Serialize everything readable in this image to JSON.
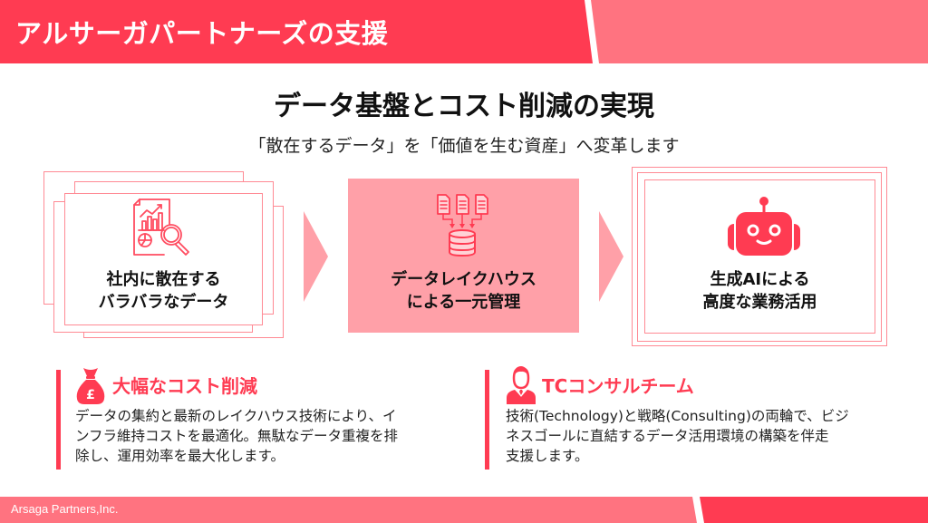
{
  "header": {
    "title": "アルサーガパートナーズの支援"
  },
  "colors": {
    "primary_red": "#FF3B52",
    "header_pink": "#FF7380",
    "box_pink": "#FFA0A8",
    "frame_pink": "#FF8A94"
  },
  "hero": {
    "title": "データ基盤とコスト削減の実現",
    "subtitle": "「散在するデータ」を「価値を生む資産」へ変革します"
  },
  "flow": [
    {
      "icon": "report-magnifier-icon",
      "line1": "社内に散在する",
      "line2": "バラバラなデータ"
    },
    {
      "icon": "documents-to-database-icon",
      "line1": "データレイクハウス",
      "line2": "による一元管理"
    },
    {
      "icon": "robot-icon",
      "line1": "生成AIによる",
      "line2": "高度な業務活用"
    }
  ],
  "sections": [
    {
      "icon": "money-bag-icon",
      "heading": "大幅なコスト削減",
      "lines": [
        "データの集約と最新のレイクハウス技術により、イ",
        "ンフラ維持コストを最適化。無駄なデータ重複を排",
        "除し、運用効率を最大化します。"
      ]
    },
    {
      "icon": "consultant-person-icon",
      "heading": "TCコンサルチーム",
      "lines": [
        "技術(Technology)と戦略(Consulting)の両輪で、ビジ",
        "ネスゴールに直結するデータ活用環境の構築を伴走",
        "支援します。"
      ]
    }
  ],
  "footer": {
    "company": "Arsaga Partners,Inc."
  }
}
